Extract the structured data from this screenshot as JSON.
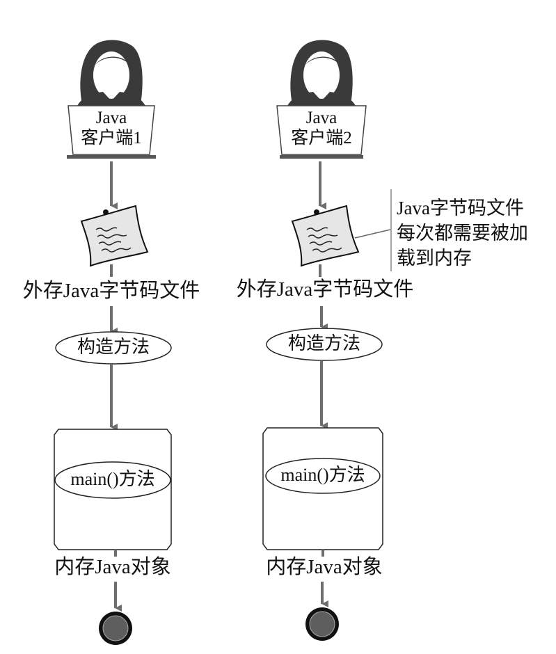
{
  "diagram": {
    "lanes": [
      {
        "client": {
          "line1": "Java",
          "line2": "客户端1"
        },
        "file_label": "外存Java字节码文件",
        "constructor_label": "构造方法",
        "main_label": "main()方法",
        "object_label": "内存Java对象"
      },
      {
        "client": {
          "line1": "Java",
          "line2": "客户端2"
        },
        "file_label": "外存Java字节码文件",
        "constructor_label": "构造方法",
        "main_label": "main()方法",
        "object_label": "内存Java对象"
      }
    ],
    "note": {
      "lines": [
        "Java字节码文件",
        "每次都需要被加",
        "载到内存"
      ]
    },
    "colors": {
      "arrow": "#6e6e6e",
      "person": "#3a3a3a",
      "laptop_base": "#555555",
      "end_fill": "#5e5e5e",
      "note_fill": "#e6e6e6"
    }
  }
}
